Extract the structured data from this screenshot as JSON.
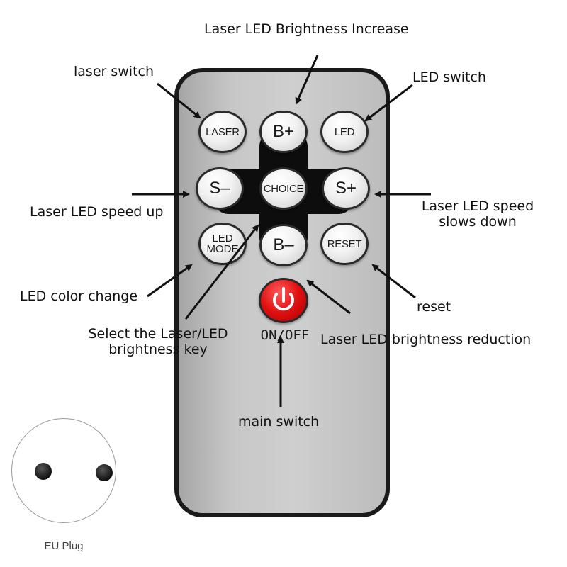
{
  "remote": {
    "buttons": {
      "laser": "LASER",
      "b_plus": "B+",
      "led": "LED",
      "s_minus": "S–",
      "choice": "CHOICE",
      "s_plus": "S+",
      "led_mode": "LED\nMODE",
      "b_minus": "B–",
      "reset": "RESET"
    },
    "power_label": "ON/OFF",
    "power_color": "#e01010"
  },
  "annotations": {
    "brightness_increase": "Laser LED Brightness Increase",
    "laser_switch": "laser switch",
    "led_switch": "LED switch",
    "speed_up": "Laser LED speed up",
    "speed_down_line1": "Laser LED speed",
    "speed_down_line2": "slows down",
    "color_change": "LED color change",
    "reset": "reset",
    "select_key_line1": "Select the Laser/LED",
    "select_key_line2": "brightness key",
    "brightness_reduction": "Laser LED brightness reduction",
    "main_switch": "main switch"
  },
  "plug": {
    "caption": "EU Plug"
  }
}
